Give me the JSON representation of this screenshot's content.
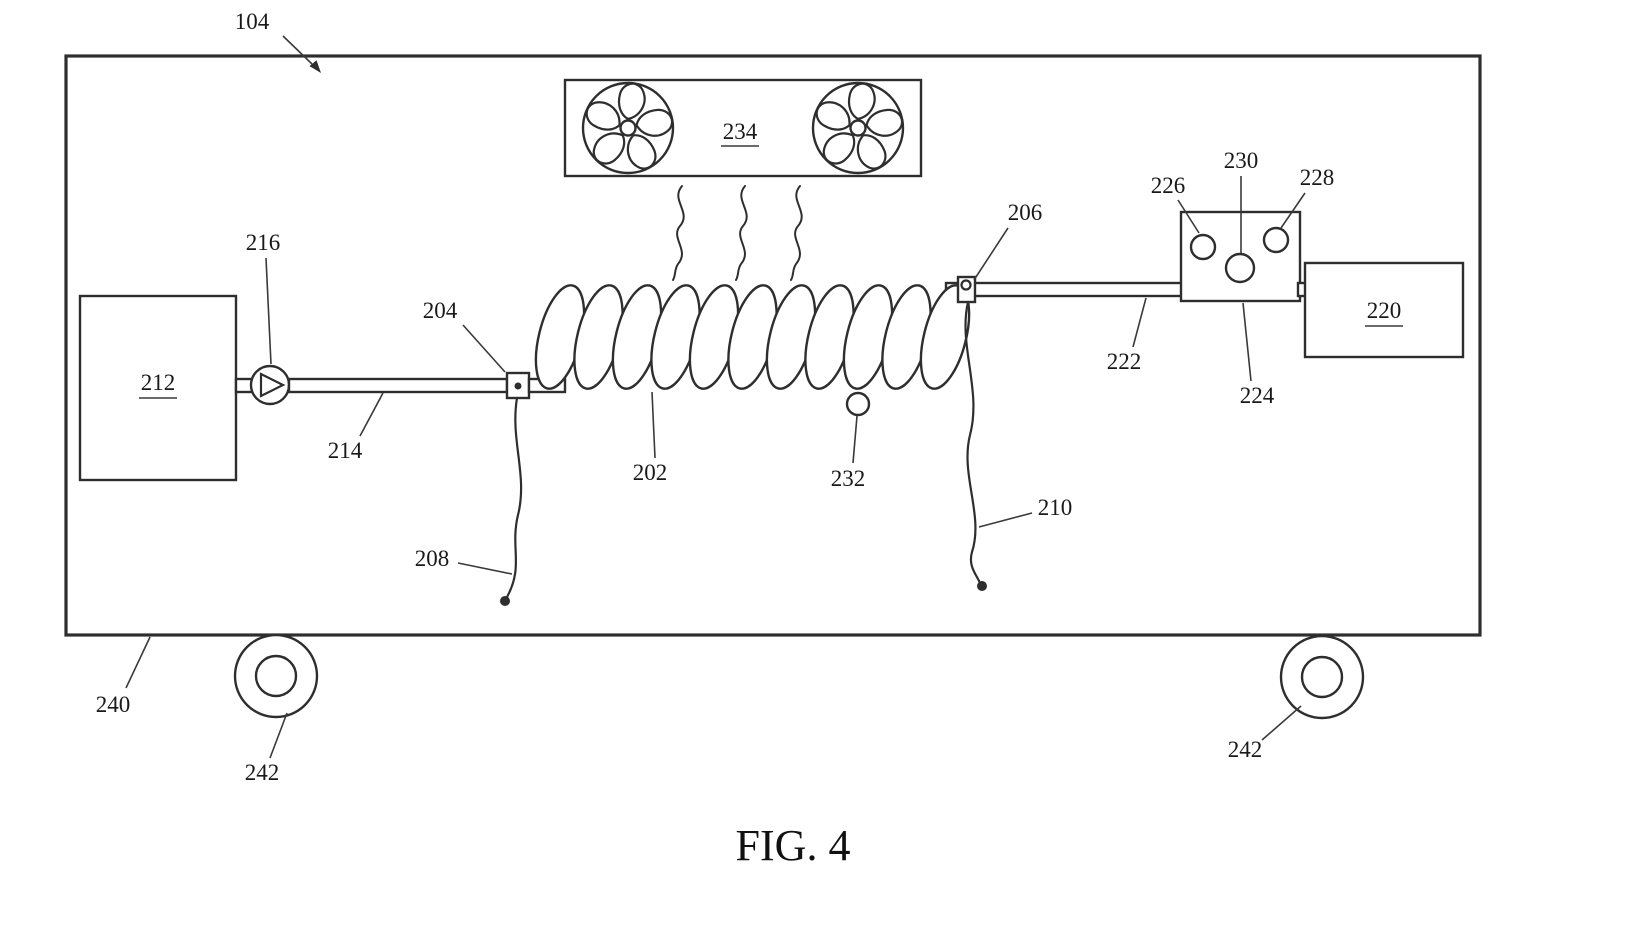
{
  "figure": {
    "caption": "FIG. 4"
  },
  "labels": {
    "system": "104",
    "fan_unit": "234",
    "tank": "212",
    "pump": "216",
    "pipe_left": "214",
    "fitting_left": "204",
    "hose_left": "208",
    "coil": "202",
    "sensor": "232",
    "fitting_right": "206",
    "hose_right": "210",
    "pipe_right": "222",
    "port_left": "226",
    "port_center": "230",
    "port_right": "228",
    "manifold": "224",
    "unit_right": "220",
    "chassis": "240",
    "wheel_left": "242",
    "wheel_right": "242"
  },
  "colors": {
    "line": "#2e2e2e",
    "text": "#191919",
    "background": "#ffffff"
  }
}
